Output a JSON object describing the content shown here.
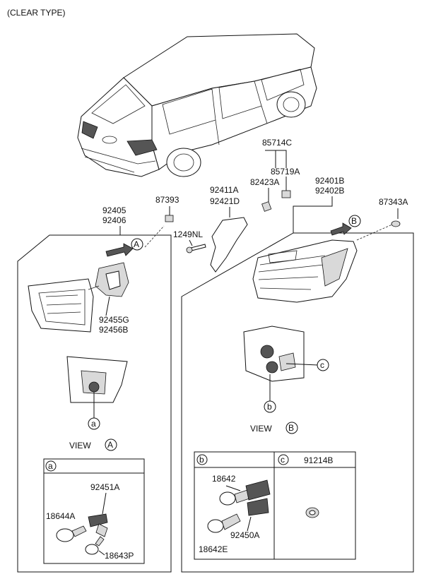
{
  "title": "(CLEAR TYPE)",
  "parts": {
    "p85714C": "85714C",
    "p85719A": "85719A",
    "p82423A": "82423A",
    "p92411A": "92411A",
    "p92421D": "92421D",
    "p92401B": "92401B",
    "p92402B": "92402B",
    "p87343A": "87343A",
    "p87393": "87393",
    "p92405": "92405",
    "p92406": "92406",
    "p1249NL": "1249NL",
    "p92455G": "92455G",
    "p92456B": "92456B",
    "p92451A": "92451A",
    "p18644A": "18644A",
    "p18643P": "18643P",
    "p18642": "18642",
    "p92450A": "92450A",
    "p18642E": "18642E",
    "p91214B": "91214B"
  },
  "callouts": {
    "a": "a",
    "b": "b",
    "c": "c",
    "A": "A",
    "B": "B"
  },
  "views": {
    "view_label": "VIEW"
  }
}
